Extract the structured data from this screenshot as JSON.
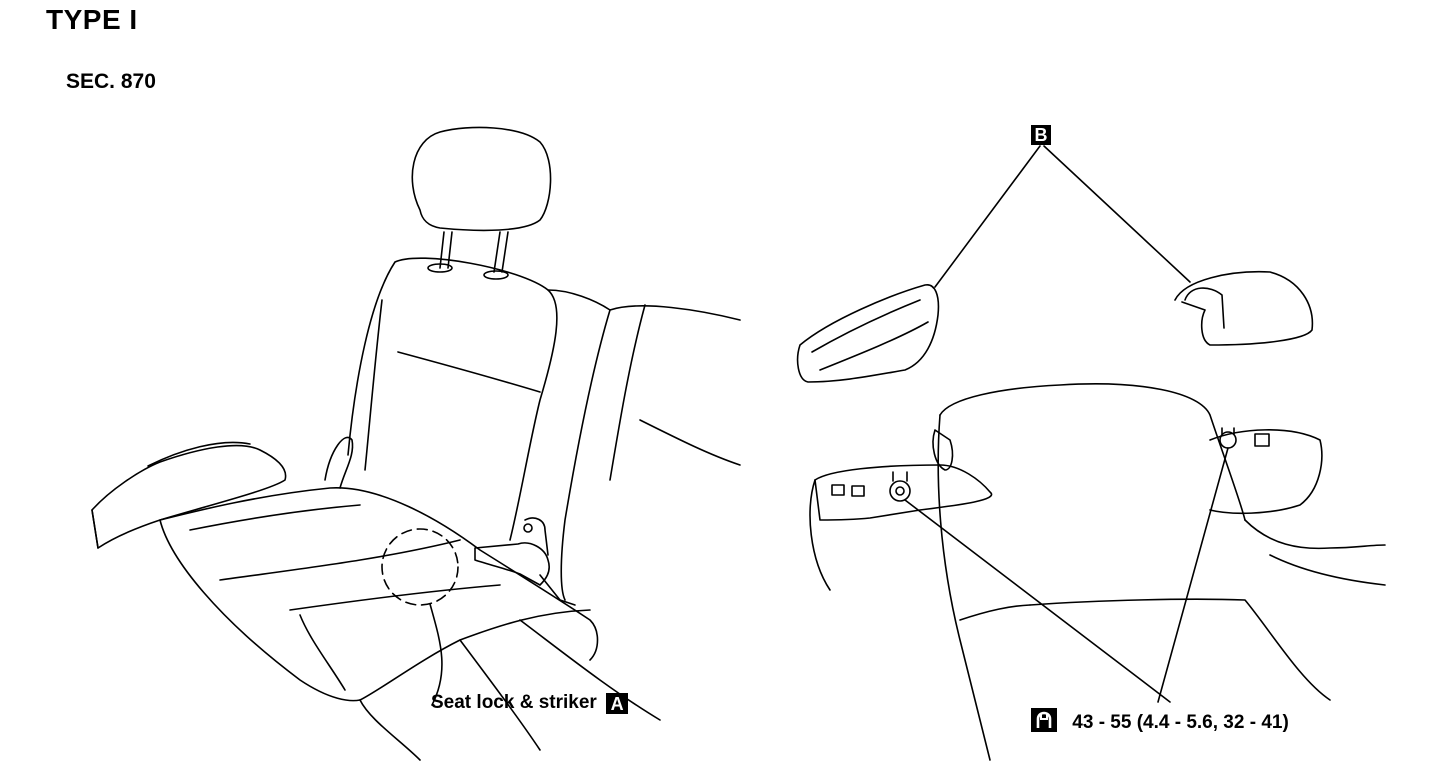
{
  "header": {
    "title": "TYPE I",
    "section": "SEC. 870"
  },
  "callouts": {
    "seat_lock_label": "Seat lock & striker",
    "seat_lock_ref": "A",
    "cover_ref": "B",
    "torque_spec": "43 - 55 (4.4 - 5.6, 32 - 41)"
  },
  "icons": {
    "torque": "torque-wrench-icon"
  },
  "colors": {
    "line": "#000000",
    "background": "#ffffff"
  }
}
